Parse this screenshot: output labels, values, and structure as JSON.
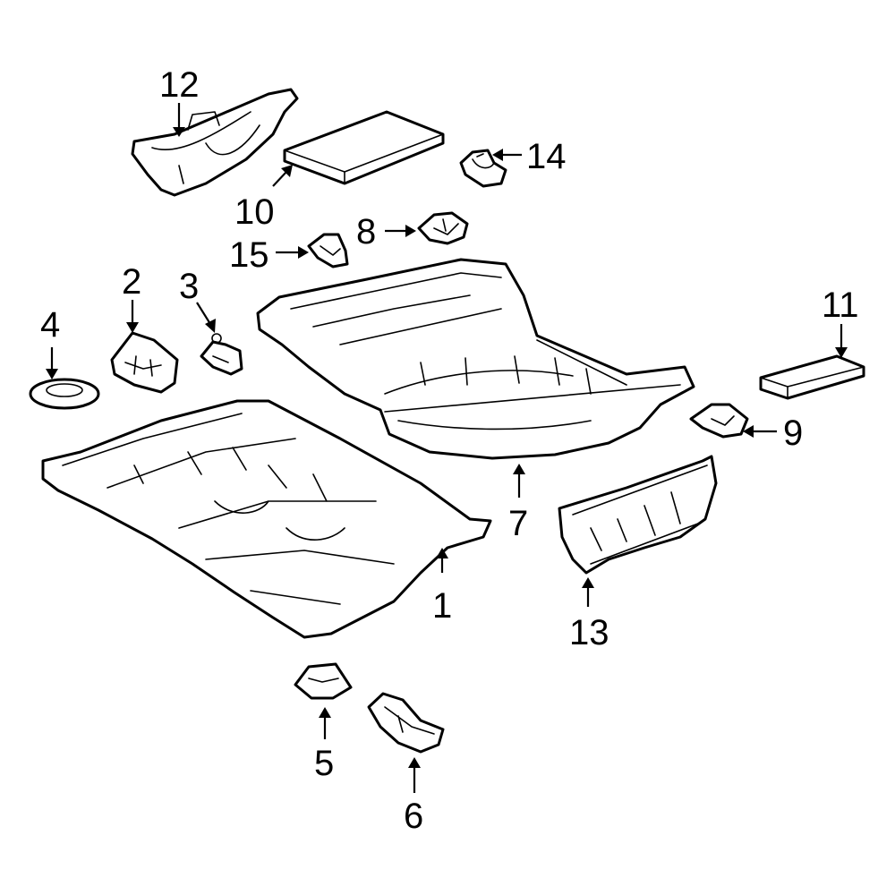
{
  "diagram": {
    "highlight_color": "#2e4fc2",
    "parts": [
      {
        "number": "1",
        "highlighted": false
      },
      {
        "number": "2",
        "highlighted": true
      },
      {
        "number": "3",
        "highlighted": false
      },
      {
        "number": "4",
        "highlighted": false
      },
      {
        "number": "5",
        "highlighted": false
      },
      {
        "number": "6",
        "highlighted": false
      },
      {
        "number": "7",
        "highlighted": false
      },
      {
        "number": "8",
        "highlighted": false
      },
      {
        "number": "9",
        "highlighted": false
      },
      {
        "number": "10",
        "highlighted": false
      },
      {
        "number": "11",
        "highlighted": false
      },
      {
        "number": "12",
        "highlighted": false
      },
      {
        "number": "13",
        "highlighted": false
      },
      {
        "number": "14",
        "highlighted": false
      },
      {
        "number": "15",
        "highlighted": false
      }
    ]
  }
}
